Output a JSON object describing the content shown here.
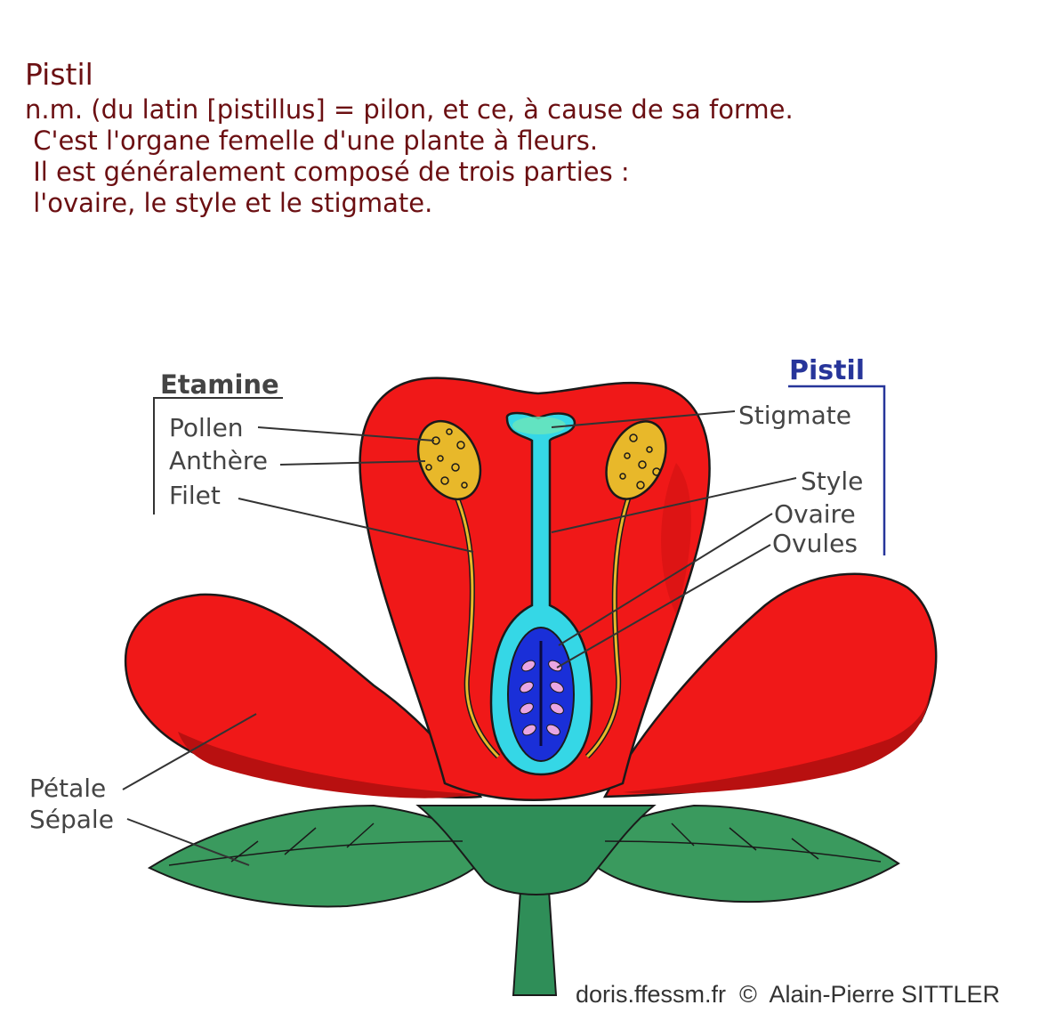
{
  "definition": {
    "title": "Pistil",
    "lines": [
      "n.m. (du latin [pistillus] = pilon, et ce, à cause de sa forme.",
      " C'est l'organe femelle d'une plante à fleurs.",
      " Il est généralement composé de trois parties :",
      " l'ovaire, le style et le stigmate."
    ]
  },
  "diagram": {
    "stamen_heading": "Etamine",
    "pistil_heading": "Pistil",
    "stamen_labels": [
      "Pollen",
      "Anthère",
      "Filet"
    ],
    "pistil_labels": [
      "Stigmate",
      "Style",
      "Ovaire",
      "Ovules"
    ],
    "flower_labels": [
      "Pétale",
      "Sépale"
    ],
    "credit": "doris.ffessm.fr  ©  Alain-Pierre SITTLER"
  },
  "colors": {
    "text": "#6b0f12",
    "petal": "#f01818",
    "petal_shadow": "#b81010",
    "pistil": "#35d7e6",
    "ovary": "#1a2fd8",
    "ovule": "#e9a6e3",
    "anther": "#e8b82a",
    "sepal": "#2f8e58",
    "pistil_heading": "#27359a"
  }
}
